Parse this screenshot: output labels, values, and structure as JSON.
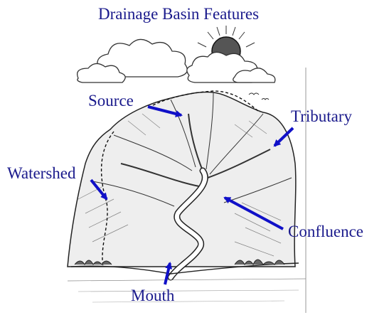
{
  "title": "Drainage Basin Features",
  "labels": {
    "source": "Source",
    "tributary": "Tributary",
    "watershed": "Watershed",
    "confluence": "Confluence",
    "mouth": "Mouth"
  },
  "colors": {
    "label_text": "#1a1a8c",
    "arrow": "#1010c8",
    "sketch": "#222222",
    "river": "#ffffff"
  }
}
